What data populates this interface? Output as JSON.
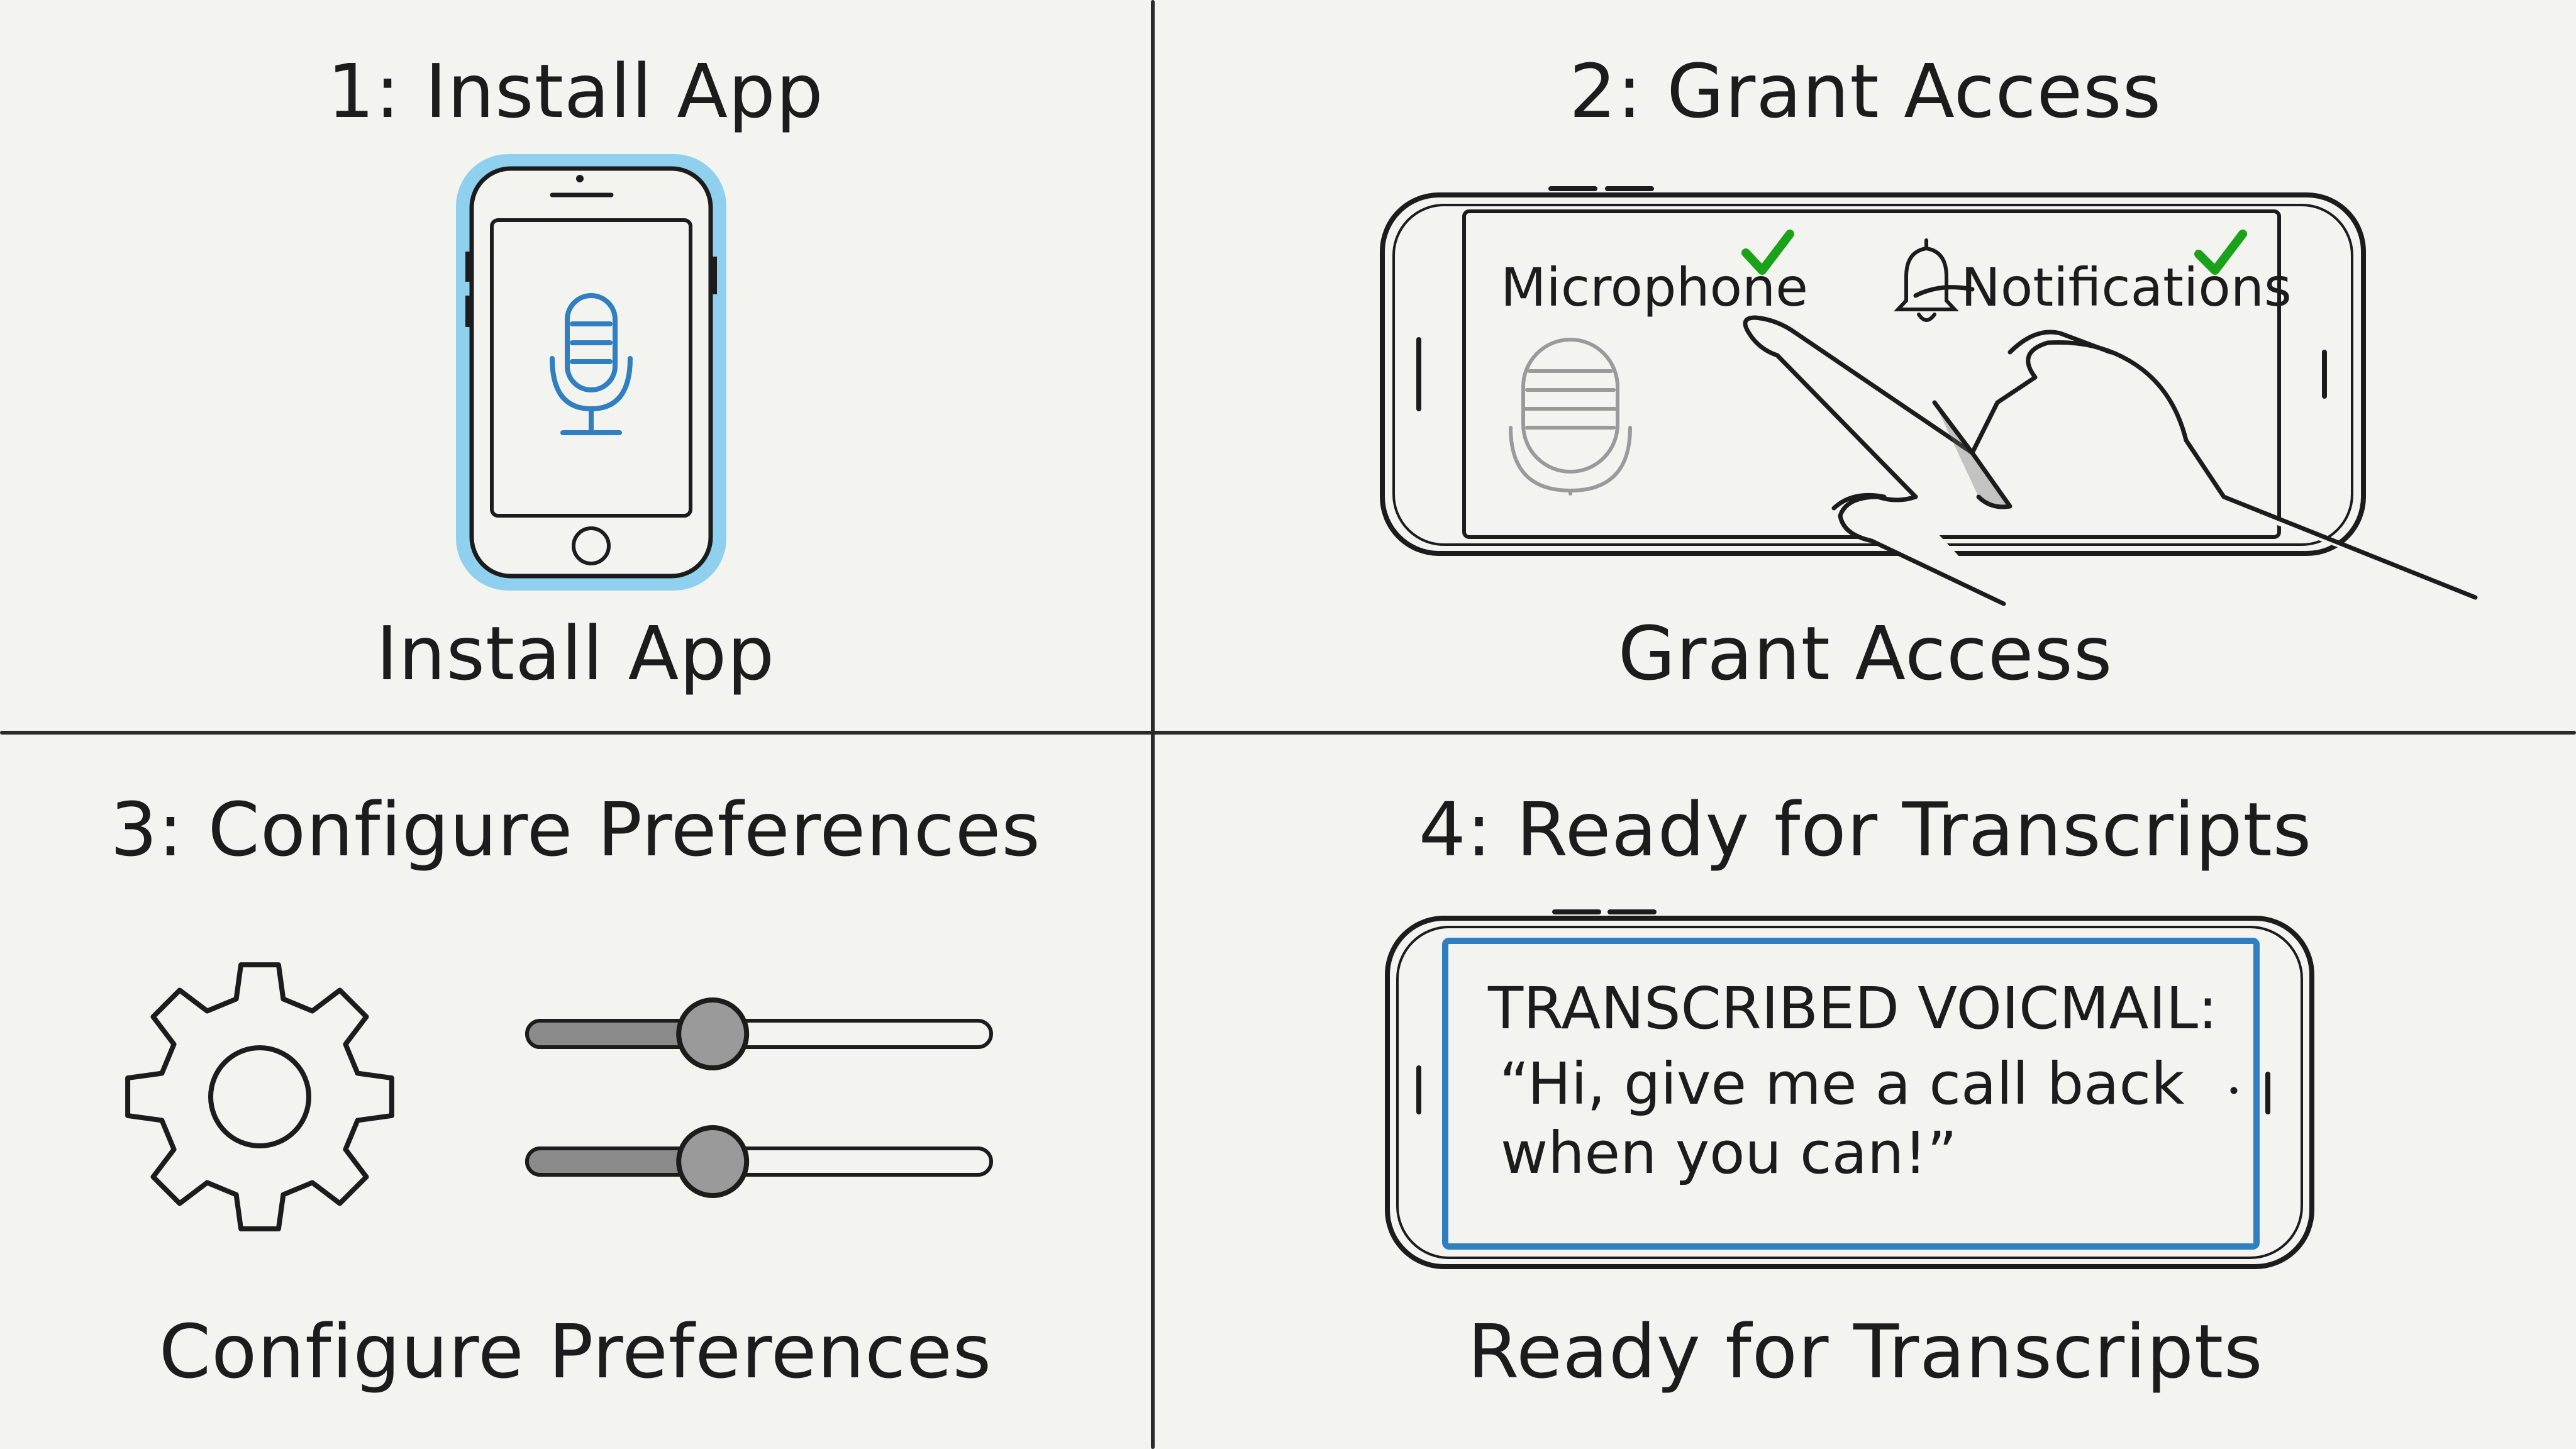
{
  "panels": [
    {
      "title": "1: Install App",
      "caption": "Install App"
    },
    {
      "title": "2: Grant Access",
      "caption": "Grant Access",
      "permissions": [
        {
          "label": "Microphone",
          "icon": "microphone-icon",
          "checked": true
        },
        {
          "label": "Notifications",
          "icon": "bell-icon",
          "checked": true
        }
      ]
    },
    {
      "title": "3: Configure Preferences",
      "caption": "Configure Preferences",
      "sliders": [
        {
          "value": 0.4
        },
        {
          "value": 0.4
        }
      ]
    },
    {
      "title": "4: Ready for Transcripts",
      "caption": "Ready for Transcripts",
      "screen": {
        "heading": "TRANSCRIBED VOICMAIL:",
        "line1": "“Hi, give me a call back",
        "line2": "when you can!”"
      }
    }
  ],
  "colors": {
    "accent_blue": "#2f7fc1",
    "check_green": "#1aa31a",
    "ink": "#1c1c1c",
    "paper": "#f3f3f0"
  }
}
